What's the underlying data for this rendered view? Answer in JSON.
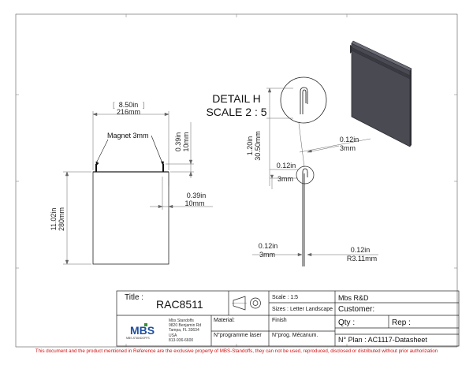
{
  "detail": {
    "title": "DETAIL H",
    "scale": "SCALE 2 : 5"
  },
  "dimensions": {
    "width_in": "8.50in",
    "width_mm": "216mm",
    "height_in": "11.02in",
    "height_mm": "280mm",
    "magnet_label": "Magnet 3mm",
    "magnet_offset_in": "0.39in",
    "magnet_offset_mm": "10mm",
    "side_offset_in": "0.39in",
    "side_offset_mm": "10mm",
    "detail_height_in": "1.20in",
    "detail_height_mm": "30.50mm",
    "detail_gap_in": "0.12in",
    "detail_gap_mm": "3mm",
    "thickness_in": "0.12in",
    "thickness_mm": "3mm",
    "radius_in": "0.12in",
    "radius_mm": "R3.11mm"
  },
  "title_block": {
    "title_label": "Title :",
    "title_value": "RAC8511",
    "scale": "Scale : 1:5",
    "company": "Mbs R&D",
    "sizes": "Sizes : Letter Landscape",
    "customer": "Customer:",
    "material_label": "Material:",
    "finish_label": "Finish",
    "qty_label": "Qty :",
    "rep_label": "Rep :",
    "programme_label": "N°programme laser",
    "prog_mecanum_label": "N°prog. Mécanum.",
    "plan_number": "N° Plan : AC1117-Datasheet",
    "logo_text": "MBS",
    "logo_sub": "MBS-STANDOFFS",
    "address_lines": [
      "Mbs Standoffs",
      "9820 Benjamin Rd",
      "Tampa, FL 33634",
      "USA",
      "813-936-6600"
    ]
  },
  "footer_notice": "This document and the product mentioned in Reference are the exclusive property of MBS-Standoffs, they can not be used, reproduced, disclosed or distributed without prior authorization",
  "colors": {
    "panel_fill": "#4a4a52",
    "panel_edge": "#2c2c33",
    "notice_red": "#d01010",
    "logo_blue": "#1f4fa0",
    "logo_green": "#3a8f3a"
  }
}
